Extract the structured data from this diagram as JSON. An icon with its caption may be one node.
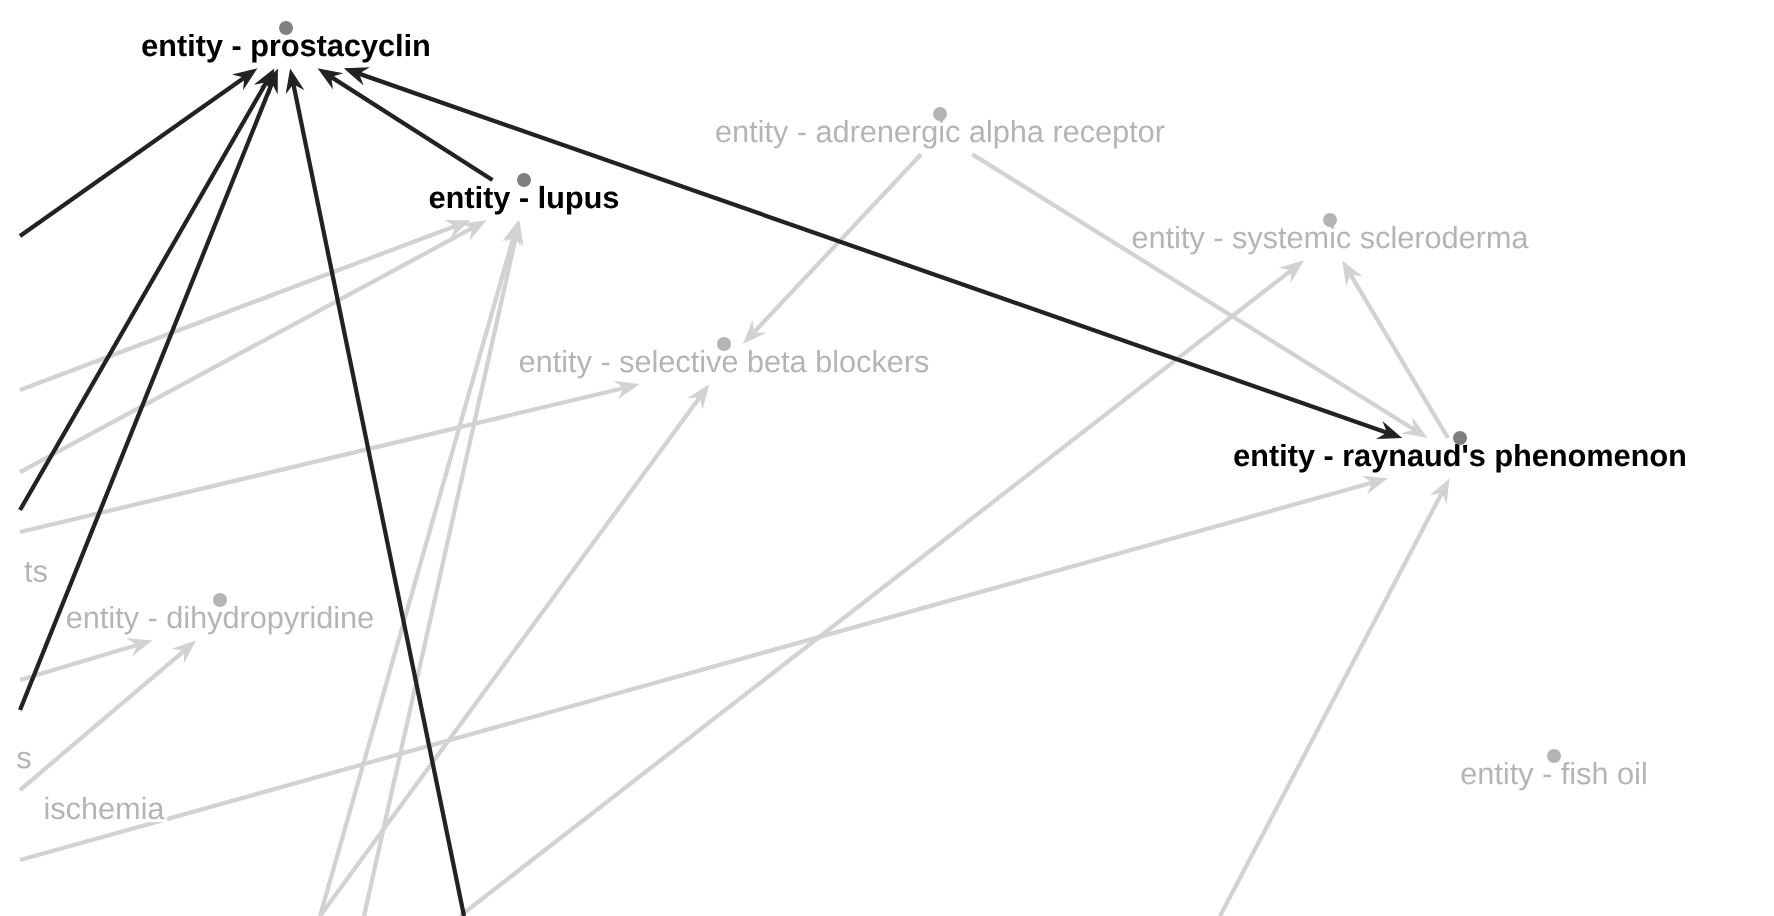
{
  "diagram": {
    "nodes": [
      {
        "text": [
          "entity - prostacyclin"
        ]
      },
      {
        "text": [
          "entity - lupus"
        ]
      },
      {
        "text": [
          "entity - adrenergic alpha receptor"
        ]
      },
      {
        "text": [
          "entity - selective beta blockers"
        ]
      },
      {
        "text": [
          "entity - systemic scleroderma"
        ]
      },
      {
        "text": [
          "entity - raynaud's phenomenon"
        ]
      },
      {
        "text": [
          "entity - dihydropyridine"
        ]
      },
      {
        "text": [
          "entity - fish oil"
        ]
      }
    ],
    "edges": [
      {
        "from": null,
        "to": 0,
        "arrow": "to",
        "color": "#222222"
      },
      {
        "from": null,
        "to": 0,
        "arrow": "to",
        "color": "#222222"
      },
      {
        "from": null,
        "to": 0,
        "arrow": "to",
        "color": "#222222"
      },
      {
        "from": null,
        "to": 0,
        "arrow": "to",
        "color": "#222222"
      },
      {
        "from": 1,
        "to": 0,
        "arrow": "to",
        "color": "#222222"
      },
      {
        "from": 0,
        "to": 5,
        "arrow": "both",
        "color": "#222222"
      },
      {
        "from": null,
        "to": 1,
        "arrow": "to"
      },
      {
        "from": null,
        "to": 1,
        "arrow": "to"
      },
      {
        "from": null,
        "to": 1,
        "arrow": "to"
      },
      {
        "from": null,
        "to": 1,
        "arrow": "to"
      },
      {
        "from": 2,
        "to": 3,
        "arrow": "to"
      },
      {
        "from": null,
        "to": 3,
        "arrow": "to"
      },
      {
        "from": null,
        "to": 3,
        "arrow": "to"
      },
      {
        "from": 2,
        "to": 5,
        "arrow": "to"
      },
      {
        "from": 5,
        "to": 4,
        "arrow": "to"
      },
      {
        "from": null,
        "to": 4,
        "arrow": "to"
      },
      {
        "from": null,
        "to": 5,
        "arrow": "to"
      },
      {
        "from": null,
        "to": 5,
        "arrow": "to"
      },
      {
        "from": null,
        "to": 6,
        "arrow": "to"
      },
      {
        "from": null,
        "to": 6,
        "arrow": "to"
      }
    ],
    "labels": [
      "ts",
      "s",
      "ischemia"
    ]
  }
}
